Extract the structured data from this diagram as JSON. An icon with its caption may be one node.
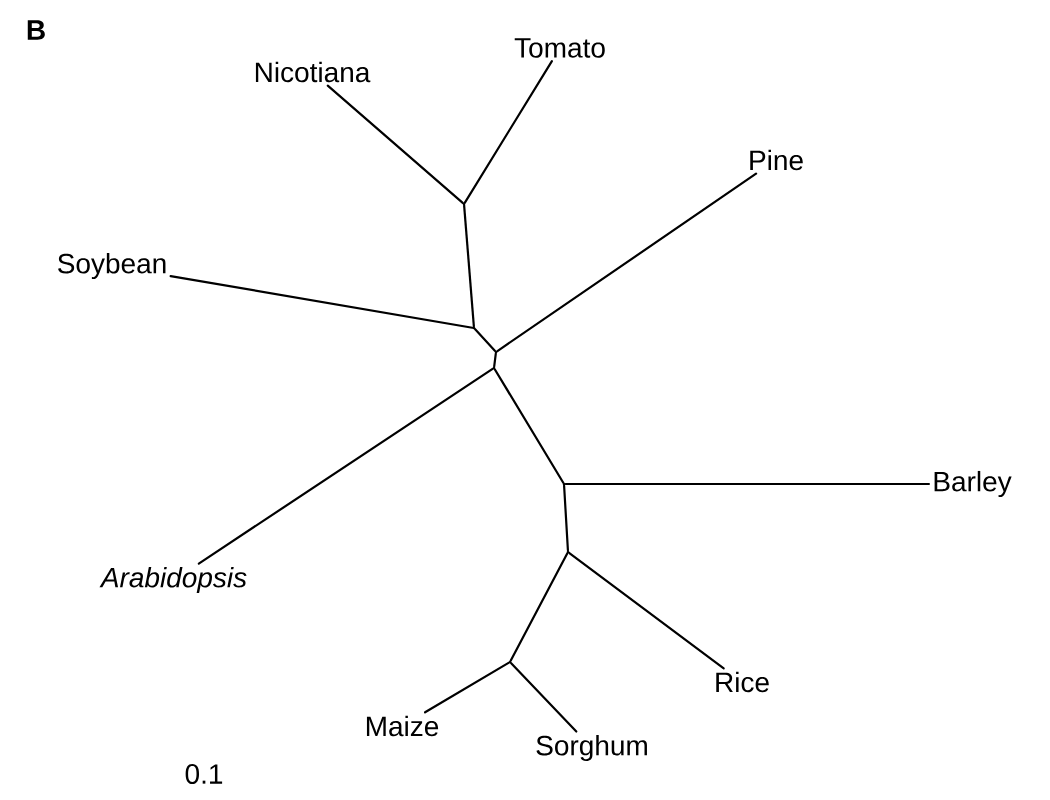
{
  "diagram": {
    "nodes": [
      {
        "text": [
          "Nicotiana"
        ]
      },
      {
        "text": [
          "Tomato"
        ]
      },
      {
        "text": [
          "Pine"
        ]
      },
      {
        "text": [
          "Soybean"
        ]
      },
      {
        "text": [
          "Arabidopsis"
        ]
      },
      {
        "text": [
          "Barley"
        ]
      },
      {
        "text": [
          "Rice"
        ]
      },
      {
        "text": [
          "Maize"
        ]
      },
      {
        "text": [
          "Sorghum"
        ]
      },
      {
        "text": [],
        "shape": "point"
      },
      {
        "text": [],
        "shape": "point"
      },
      {
        "text": [],
        "shape": "point"
      },
      {
        "text": [],
        "shape": "point"
      },
      {
        "text": [],
        "shape": "point"
      },
      {
        "text": [],
        "shape": "point"
      },
      {
        "text": [],
        "shape": "point"
      }
    ],
    "edges": [
      {
        "from": 9,
        "to": 0,
        "arrow": "none"
      },
      {
        "from": 9,
        "to": 1,
        "arrow": "none"
      },
      {
        "from": 9,
        "to": 10,
        "arrow": "none"
      },
      {
        "from": 10,
        "to": 3,
        "arrow": "none"
      },
      {
        "from": 10,
        "to": 11,
        "arrow": "none"
      },
      {
        "from": 11,
        "to": 2,
        "arrow": "none"
      },
      {
        "from": 11,
        "to": 12,
        "arrow": "none"
      },
      {
        "from": 12,
        "to": 4,
        "arrow": "none"
      },
      {
        "from": 12,
        "to": 13,
        "arrow": "none"
      },
      {
        "from": 13,
        "to": 5,
        "arrow": "none"
      },
      {
        "from": 13,
        "to": 14,
        "arrow": "none"
      },
      {
        "from": 14,
        "to": 6,
        "arrow": "none"
      },
      {
        "from": 14,
        "to": 15,
        "arrow": "none"
      },
      {
        "from": 15,
        "to": 7,
        "arrow": "none"
      },
      {
        "from": 15,
        "to": 8,
        "arrow": "none"
      }
    ],
    "labels": [
      "B",
      "0.1"
    ]
  }
}
